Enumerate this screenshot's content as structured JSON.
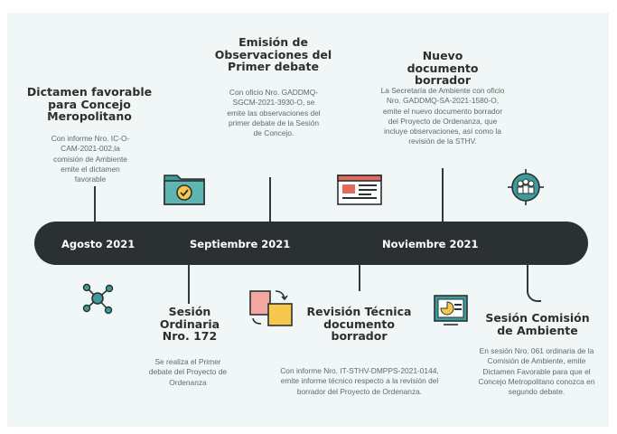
{
  "colors": {
    "background": "#f1f7f6",
    "timeline_bar": "#2b3132",
    "teal": "#3c9b9b",
    "yellow": "#f6c94e",
    "pink": "#f2a7a3",
    "red": "#e36a5f"
  },
  "timeline": {
    "dates": [
      "Agosto 2021",
      "Septiembre 2021",
      "Noviembre 2021"
    ]
  },
  "events": {
    "dictamen": {
      "title": "Dictamen favorable para Concejo Meropolitano",
      "desc": "Con informe Nro. IC-O-CAM-2021-002,la comisión de Ambiente emite el dictamen favorable",
      "icon": "folder-check-icon"
    },
    "emision": {
      "title": "Emisión de Observaciones del Primer debate",
      "desc": "Con oficio Nro. GADDMQ-SGCM-2021-3930-O, se emite las observaciones del primer debate de la Sesión de Concejo.",
      "icon": "web-layout-icon"
    },
    "nuevo": {
      "title": "Nuevo documento borrador",
      "desc": "La Secretaría de Ambiente con oficio Nro. GADDMQ-SA-2021-1580-O, emite el nuevo documento borrador del Proyecto de Ordenanza, que incluye observaciones, así como la revisión de la STHV.",
      "icon": "target-people-icon"
    },
    "sesion_ordinaria": {
      "title": "Sesión Ordinaria Nro. 172",
      "desc": "Se realiza el Primer debate del Proyecto de Ordenanza",
      "icon": "network-icon"
    },
    "revision": {
      "title": "Revisión Técnica documento borrador",
      "desc": "Con informe Nro. IT-STHV-DMPPS-2021-0144, emite informe técnico respecto a la revisión del borrador del Proyecto de Ordenanza.",
      "icon": "swap-documents-icon"
    },
    "sesion_comision": {
      "title": "Sesión Comisión de Ambiente",
      "desc": "En sesión Nro. 061 ordinaria de la Comisión de Ambiente, emite Dictamen Favorable para que el Concejo Metropolitano conozca en segundo debate.",
      "icon": "pie-chart-screen-icon"
    }
  }
}
